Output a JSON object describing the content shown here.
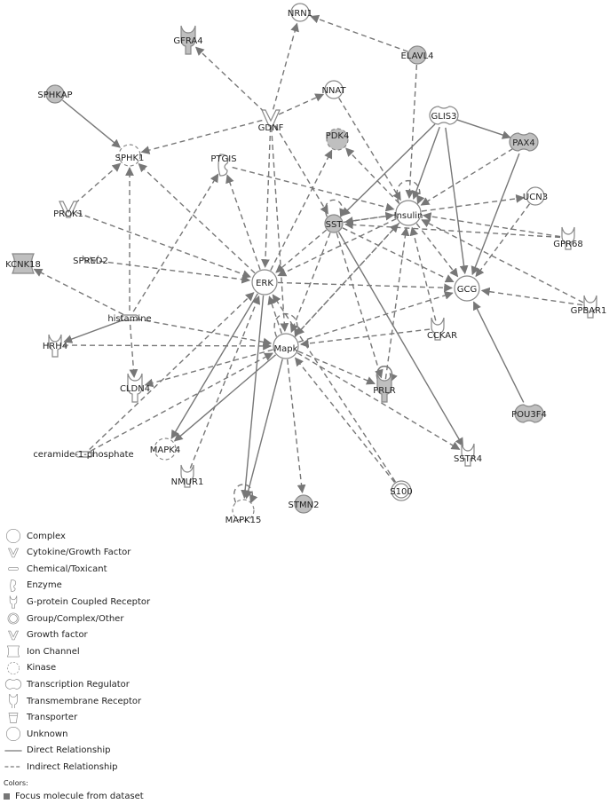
{
  "nodes": [
    {
      "id": "NRN1",
      "label": "NRN1",
      "shape": "unknown",
      "focus": false
    },
    {
      "id": "GFRA4",
      "label": "GFRA4",
      "shape": "transmembrane",
      "focus": true
    },
    {
      "id": "ELAVL4",
      "label": "ELAVL4",
      "shape": "unknown",
      "focus": true
    },
    {
      "id": "SPHKAP",
      "label": "SPHKAP",
      "shape": "unknown",
      "focus": true
    },
    {
      "id": "NNAT",
      "label": "NNAT",
      "shape": "unknown",
      "focus": false
    },
    {
      "id": "GDNF",
      "label": "GDNF",
      "shape": "growth",
      "focus": false
    },
    {
      "id": "GLIS3",
      "label": "GLIS3",
      "shape": "transcription",
      "focus": false
    },
    {
      "id": "PAX4",
      "label": "PAX4",
      "shape": "transcription",
      "focus": true
    },
    {
      "id": "SPHK1",
      "label": "SPHK1",
      "shape": "kinase",
      "focus": false
    },
    {
      "id": "PTGIS",
      "label": "PTGIS",
      "shape": "enzyme",
      "focus": false
    },
    {
      "id": "PDK4",
      "label": "PDK4",
      "shape": "kinase",
      "focus": true
    },
    {
      "id": "Insulin",
      "label": "Insulin",
      "shape": "complex",
      "focus": false
    },
    {
      "id": "UCN3",
      "label": "UCN3",
      "shape": "unknown",
      "focus": false
    },
    {
      "id": "SST",
      "label": "SST",
      "shape": "unknown",
      "focus": true
    },
    {
      "id": "PROK1",
      "label": "PROK1",
      "shape": "growth",
      "focus": false
    },
    {
      "id": "GPR68",
      "label": "GPR68",
      "shape": "gpcr",
      "focus": false
    },
    {
      "id": "KCNK18",
      "label": "KCNK18",
      "shape": "ionchannel",
      "focus": true
    },
    {
      "id": "SPRED2",
      "label": "SPRED2",
      "shape": "other",
      "focus": false
    },
    {
      "id": "ERK",
      "label": "ERK",
      "shape": "complex",
      "focus": false
    },
    {
      "id": "GCG",
      "label": "GCG",
      "shape": "complex",
      "focus": false
    },
    {
      "id": "GPBAR1",
      "label": "GPBAR1",
      "shape": "gpcr",
      "focus": false
    },
    {
      "id": "histamine",
      "label": "histamine",
      "shape": "chemical",
      "focus": false
    },
    {
      "id": "HRH4",
      "label": "HRH4",
      "shape": "gpcr",
      "focus": false
    },
    {
      "id": "Mapk",
      "label": "Mapk",
      "shape": "complex",
      "focus": false
    },
    {
      "id": "CCKAR",
      "label": "CCKAR",
      "shape": "gpcr",
      "focus": false
    },
    {
      "id": "PRLR",
      "label": "PRLR",
      "shape": "transmembrane",
      "focus": true
    },
    {
      "id": "CLDN4",
      "label": "CLDN4",
      "shape": "transmembrane",
      "focus": false
    },
    {
      "id": "POU3F4",
      "label": "POU3F4",
      "shape": "transcription",
      "focus": true
    },
    {
      "id": "ceramide-1-phosphate",
      "label": "ceramide-1-phosphate",
      "shape": "chemical",
      "focus": false
    },
    {
      "id": "MAPK4",
      "label": "MAPK4",
      "shape": "kinase",
      "focus": false
    },
    {
      "id": "SSTR4",
      "label": "SSTR4",
      "shape": "gpcr",
      "focus": false
    },
    {
      "id": "NMUR1",
      "label": "NMUR1",
      "shape": "gpcr",
      "focus": false
    },
    {
      "id": "S100",
      "label": "S100",
      "shape": "group",
      "focus": false
    },
    {
      "id": "MAPK15",
      "label": "MAPK15",
      "shape": "kinase",
      "focus": false
    },
    {
      "id": "STMN2",
      "label": "STMN2",
      "shape": "unknown",
      "focus": true
    }
  ],
  "edges": [
    {
      "from": "ELAVL4",
      "to": "NRN1",
      "type": "indirect"
    },
    {
      "from": "GDNF",
      "to": "NRN1",
      "type": "indirect"
    },
    {
      "from": "GDNF",
      "to": "GFRA4",
      "type": "indirect"
    },
    {
      "from": "GDNF",
      "to": "NNAT",
      "type": "indirect"
    },
    {
      "from": "GDNF",
      "to": "SPHK1",
      "type": "indirect"
    },
    {
      "from": "GDNF",
      "to": "ERK",
      "type": "indirect"
    },
    {
      "from": "GDNF",
      "to": "Mapk",
      "type": "indirect"
    },
    {
      "from": "GDNF",
      "to": "SST",
      "type": "indirect"
    },
    {
      "from": "SPHKAP",
      "to": "SPHK1",
      "type": "direct"
    },
    {
      "from": "PROK1",
      "to": "SPHK1",
      "type": "indirect"
    },
    {
      "from": "histamine",
      "to": "SPHK1",
      "type": "indirect"
    },
    {
      "from": "ERK",
      "to": "SPHK1",
      "type": "indirect"
    },
    {
      "from": "ELAVL4",
      "to": "Insulin",
      "type": "indirect"
    },
    {
      "from": "NNAT",
      "to": "Insulin",
      "type": "indirect"
    },
    {
      "from": "GLIS3",
      "to": "PAX4",
      "type": "direct"
    },
    {
      "from": "GLIS3",
      "to": "Insulin",
      "type": "direct"
    },
    {
      "from": "GLIS3",
      "to": "SST",
      "type": "direct"
    },
    {
      "from": "GLIS3",
      "to": "GCG",
      "type": "direct"
    },
    {
      "from": "PAX4",
      "to": "GCG",
      "type": "direct"
    },
    {
      "from": "PAX4",
      "to": "Insulin",
      "type": "indirect"
    },
    {
      "from": "Insulin",
      "to": "PDK4",
      "type": "indirect"
    },
    {
      "from": "Insulin",
      "to": "Insulin",
      "type": "indirect"
    },
    {
      "from": "Insulin",
      "to": "SST",
      "type": "indirect"
    },
    {
      "from": "Insulin",
      "to": "ERK",
      "type": "indirect"
    },
    {
      "from": "Insulin",
      "to": "Mapk",
      "type": "indirect"
    },
    {
      "from": "Insulin",
      "to": "GCG",
      "type": "indirect"
    },
    {
      "from": "Insulin",
      "to": "UCN3",
      "type": "indirect"
    },
    {
      "from": "PTGIS",
      "to": "Insulin",
      "type": "indirect"
    },
    {
      "from": "UCN3",
      "to": "GCG",
      "type": "indirect"
    },
    {
      "from": "GPR68",
      "to": "Insulin",
      "type": "indirect"
    },
    {
      "from": "GPR68",
      "to": "SST",
      "type": "indirect"
    },
    {
      "from": "GPBAR1",
      "to": "GCG",
      "type": "indirect"
    },
    {
      "from": "GPBAR1",
      "to": "Insulin",
      "type": "indirect"
    },
    {
      "from": "POU3F4",
      "to": "GCG",
      "type": "direct"
    },
    {
      "from": "SST",
      "to": "SST",
      "type": "indirect"
    },
    {
      "from": "SST",
      "to": "Insulin",
      "type": "indirect"
    },
    {
      "from": "SST",
      "to": "GCG",
      "type": "indirect"
    },
    {
      "from": "SST",
      "to": "PRLR",
      "type": "indirect"
    },
    {
      "from": "SST",
      "to": "SSTR4",
      "type": "direct"
    },
    {
      "from": "SST",
      "to": "ERK",
      "type": "indirect"
    },
    {
      "from": "SST",
      "to": "Mapk",
      "type": "indirect"
    },
    {
      "from": "ERK",
      "to": "PTGIS",
      "type": "indirect"
    },
    {
      "from": "ERK",
      "to": "PDK4",
      "type": "indirect"
    },
    {
      "from": "ERK",
      "to": "GCG",
      "type": "indirect"
    },
    {
      "from": "ERK",
      "to": "MAPK4",
      "type": "direct"
    },
    {
      "from": "ERK",
      "to": "MAPK15",
      "type": "direct"
    },
    {
      "from": "SPRED2",
      "to": "ERK",
      "type": "indirect"
    },
    {
      "from": "PROK1",
      "to": "ERK",
      "type": "indirect"
    },
    {
      "from": "histamine",
      "to": "KCNK18",
      "type": "indirect"
    },
    {
      "from": "histamine",
      "to": "HRH4",
      "type": "direct"
    },
    {
      "from": "histamine",
      "to": "CLDN4",
      "type": "indirect"
    },
    {
      "from": "histamine",
      "to": "Mapk",
      "type": "indirect"
    },
    {
      "from": "histamine",
      "to": "PTGIS",
      "type": "indirect"
    },
    {
      "from": "HRH4",
      "to": "Mapk",
      "type": "indirect"
    },
    {
      "from": "Mapk",
      "to": "ERK",
      "type": "indirect"
    },
    {
      "from": "Mapk",
      "to": "CLDN4",
      "type": "indirect"
    },
    {
      "from": "Mapk",
      "to": "Mapk",
      "type": "indirect"
    },
    {
      "from": "Mapk",
      "to": "MAPK15",
      "type": "direct"
    },
    {
      "from": "Mapk",
      "to": "MAPK4",
      "type": "direct"
    },
    {
      "from": "Mapk",
      "to": "STMN2",
      "type": "indirect"
    },
    {
      "from": "Mapk",
      "to": "SSTR4",
      "type": "indirect"
    },
    {
      "from": "Mapk",
      "to": "GCG",
      "type": "indirect"
    },
    {
      "from": "Mapk",
      "to": "Insulin",
      "type": "indirect"
    },
    {
      "from": "Mapk",
      "to": "PRLR",
      "type": "indirect"
    },
    {
      "from": "PRLR",
      "to": "PRLR",
      "type": "direct"
    },
    {
      "from": "PRLR",
      "to": "Insulin",
      "type": "indirect"
    },
    {
      "from": "CCKAR",
      "to": "Mapk",
      "type": "indirect"
    },
    {
      "from": "CCKAR",
      "to": "Insulin",
      "type": "indirect"
    },
    {
      "from": "ceramide-1-phosphate",
      "to": "Mapk",
      "type": "indirect"
    },
    {
      "from": "ceramide-1-phosphate",
      "to": "ERK",
      "type": "indirect"
    },
    {
      "from": "NMUR1",
      "to": "ERK",
      "type": "indirect"
    },
    {
      "from": "S100",
      "to": "Mapk",
      "type": "indirect"
    },
    {
      "from": "S100",
      "to": "ERK",
      "type": "indirect"
    },
    {
      "from": "MAPK15",
      "to": "MAPK15",
      "type": "indirect"
    }
  ],
  "legend": {
    "items": [
      {
        "icon": "complex",
        "label": "Complex"
      },
      {
        "icon": "growth",
        "label": "Cytokine/Growth Factor"
      },
      {
        "icon": "chemical",
        "label": "Chemical/Toxicant"
      },
      {
        "icon": "enzyme",
        "label": "Enzyme"
      },
      {
        "icon": "gpcr",
        "label": "G-protein Coupled Receptor"
      },
      {
        "icon": "group",
        "label": "Group/Complex/Other"
      },
      {
        "icon": "growth",
        "label": "Growth factor"
      },
      {
        "icon": "ionchannel",
        "label": "Ion Channel"
      },
      {
        "icon": "kinase",
        "label": "Kinase"
      },
      {
        "icon": "transcription",
        "label": "Transcription Regulator"
      },
      {
        "icon": "transmembrane",
        "label": "Transmembrane Receptor"
      },
      {
        "icon": "transporter",
        "label": "Transporter"
      },
      {
        "icon": "complex",
        "label": "Unknown"
      },
      {
        "icon": "direct-line",
        "label": "Direct Relationship"
      },
      {
        "icon": "indirect-line",
        "label": "Indirect Relationship"
      }
    ],
    "colors_heading": "Colors:",
    "focus_label": "Focus molecule from dataset"
  },
  "colors": {
    "edge": "#777777",
    "node_stroke": "#888888",
    "focus_fill": "#bfbfbf",
    "plain_fill": "#ffffff"
  }
}
